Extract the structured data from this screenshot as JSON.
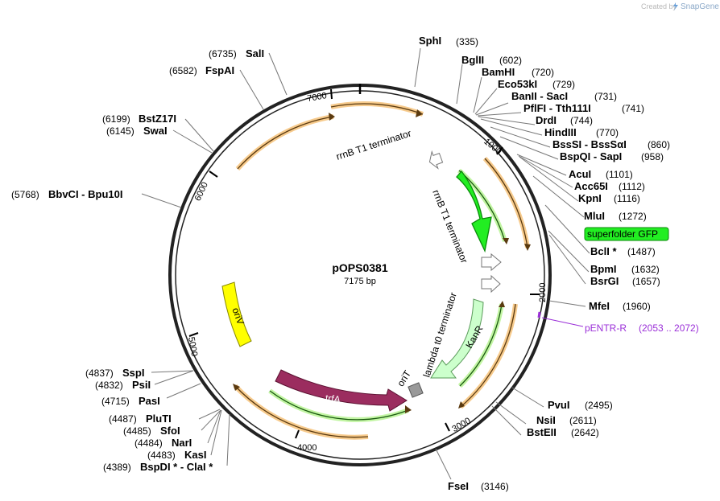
{
  "credit": {
    "prefix": "Created by",
    "brand": "SnapGene"
  },
  "plasmid": {
    "name": "pOPS0381",
    "length_label": "7175 bp"
  },
  "ruler": [
    "1000",
    "2000",
    "3000",
    "4000",
    "5000",
    "6000",
    "7000"
  ],
  "sites": {
    "sphI": {
      "name": "SphI",
      "pos": "(335)"
    },
    "bglII": {
      "name": "BglII",
      "pos": "(602)"
    },
    "bamHI": {
      "name": "BamHI",
      "pos": "(720)"
    },
    "eco53kI": {
      "name": "Eco53kI",
      "pos": "(729)"
    },
    "banII": {
      "name": "BanII  - SacI",
      "pos": "(731)"
    },
    "pflFI": {
      "name": "PflFI  - Tth111I",
      "pos": "(741)"
    },
    "drdI": {
      "name": "DrdI",
      "pos": "(744)"
    },
    "hindIII": {
      "name": "HindIII",
      "pos": "(770)"
    },
    "bssSI": {
      "name": "BssSI  - BssSαI",
      "pos": "(860)"
    },
    "bspQI": {
      "name": "BspQI  - SapI",
      "pos": "(958)"
    },
    "acuI": {
      "name": "AcuI",
      "pos": "(1101)"
    },
    "acc65I": {
      "name": "Acc65I",
      "pos": "(1112)"
    },
    "kpnI": {
      "name": "KpnI",
      "pos": "(1116)"
    },
    "mluI": {
      "name": "MluI",
      "pos": "(1272)"
    },
    "bclI": {
      "name": "BclI *",
      "pos": "(1487)"
    },
    "bpmI": {
      "name": "BpmI",
      "pos": "(1632)"
    },
    "bsrGI": {
      "name": "BsrGI",
      "pos": "(1657)"
    },
    "mfeI": {
      "name": "MfeI",
      "pos": "(1960)"
    },
    "pvuI": {
      "name": "PvuI",
      "pos": "(2495)"
    },
    "nsiI": {
      "name": "NsiI",
      "pos": "(2611)"
    },
    "bstEII": {
      "name": "BstEII",
      "pos": "(2642)"
    },
    "fseI": {
      "name": "FseI",
      "pos": "(3146)"
    },
    "bspDI": {
      "name": "BspDI *  - ClaI *",
      "pos": "(4389)"
    },
    "kasI": {
      "name": "KasI",
      "pos": "(4483)"
    },
    "narI": {
      "name": "NarI",
      "pos": "(4484)"
    },
    "sfoI": {
      "name": "SfoI",
      "pos": "(4485)"
    },
    "pluTI": {
      "name": "PluTI",
      "pos": "(4487)"
    },
    "pasI": {
      "name": "PasI",
      "pos": "(4715)"
    },
    "psiI": {
      "name": "PsiI",
      "pos": "(4832)"
    },
    "sspI": {
      "name": "SspI",
      "pos": "(4837)"
    },
    "bbvCI": {
      "name": "BbvCI  - Bpu10I",
      "pos": "(5768)"
    },
    "swaI": {
      "name": "SwaI",
      "pos": "(6145)"
    },
    "bstZ17I": {
      "name": "BstZ17I",
      "pos": "(6199)"
    },
    "fspAI": {
      "name": "FspAI",
      "pos": "(6582)"
    },
    "salI": {
      "name": "SalI",
      "pos": "(6735)"
    }
  },
  "features": {
    "rrnB_T1_a": "rrnB T1 terminator",
    "rrnB_T1_b": "rrnB T1 terminator",
    "lambda_t0": "lambda t0 terminator",
    "oriT": "oriT",
    "kanR": "KanR",
    "trfA": "trfA",
    "oriV": "oriV",
    "sfGFP": "superfolder GFP"
  },
  "primer": {
    "name": "pENTR-R",
    "range": "(2053 .. 2072)"
  },
  "colors": {
    "backbone": "#222222",
    "orf": "#f0a030",
    "gfp": "#22ee22",
    "kanR": "#ccffcc",
    "trfA": "#9b2d5f",
    "oriV": "#ffff00",
    "oriT": "#999999",
    "primer": "#9b30d8"
  }
}
